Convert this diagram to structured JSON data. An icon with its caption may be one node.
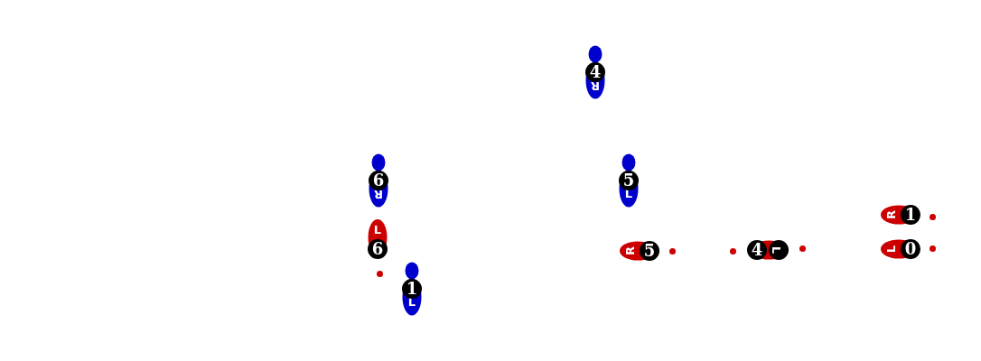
{
  "diagram": {
    "nodes": [
      {
        "text": [
          "4",
          "R"
        ]
      },
      {
        "text": [
          "6",
          "R"
        ]
      },
      {
        "text": [
          "5",
          "L"
        ]
      },
      {
        "text": [
          "R",
          "1"
        ]
      },
      {
        "text": [
          "L",
          "6"
        ]
      },
      {
        "text": [
          "R",
          "5"
        ]
      },
      {
        "text": [
          "4",
          "L"
        ]
      },
      {
        "text": [
          "L",
          "0"
        ]
      },
      {
        "text": [
          "1",
          "L"
        ]
      }
    ]
  }
}
